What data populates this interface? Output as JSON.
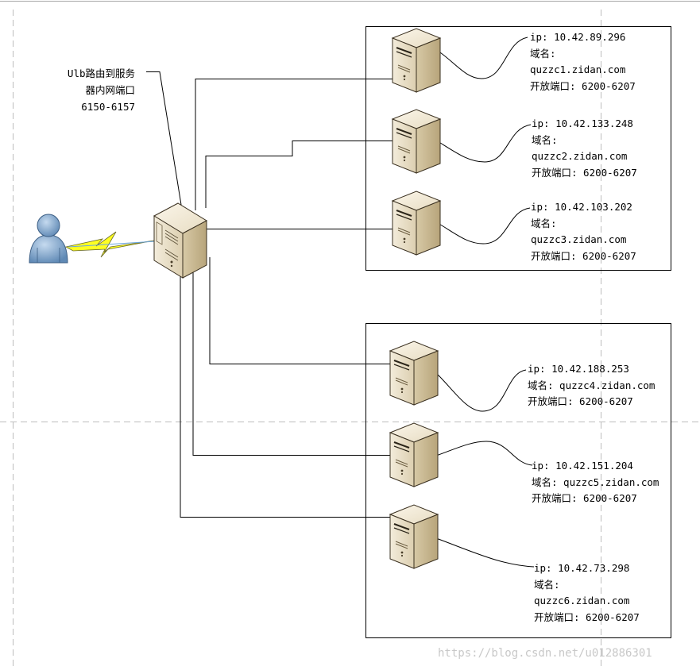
{
  "diagram": {
    "note": {
      "line1": "Ulb路由到服务",
      "line2": "器内网端口",
      "line3": "6150-6157"
    },
    "servers": [
      {
        "ip": "ip: 10.42.89.296",
        "domain_label": "域名:",
        "domain": "quzzc1.zidan.com",
        "ports": "开放端口: 6200-6207"
      },
      {
        "ip": "ip: 10.42.133.248",
        "domain_label": "域名:",
        "domain": "quzzc2.zidan.com",
        "ports": "开放端口: 6200-6207"
      },
      {
        "ip": "ip:  10.42.103.202",
        "domain_label": "域名:",
        "domain": "quzzc3.zidan.com",
        "ports": "开放端口: 6200-6207"
      },
      {
        "ip": "ip: 10.42.188.253",
        "domain_line": "域名: quzzc4.zidan.com",
        "ports": "开放端口: 6200-6207"
      },
      {
        "ip": "ip: 10.42.151.204",
        "domain_line": "域名: quzzc5.zidan.com",
        "ports": "开放端口: 6200-6207"
      },
      {
        "ip": "ip: 10.42.73.298",
        "domain_label": "域名:",
        "domain": "quzzc6.zidan.com",
        "ports": "开放端口: 6200-6207"
      }
    ],
    "watermark": "https://blog.csdn.net/u012886301",
    "colors": {
      "server_face": "#e8dcc0",
      "server_dark": "#b9a57e",
      "user_body": "#7fa6cc",
      "lightning": "#ffff22"
    }
  }
}
